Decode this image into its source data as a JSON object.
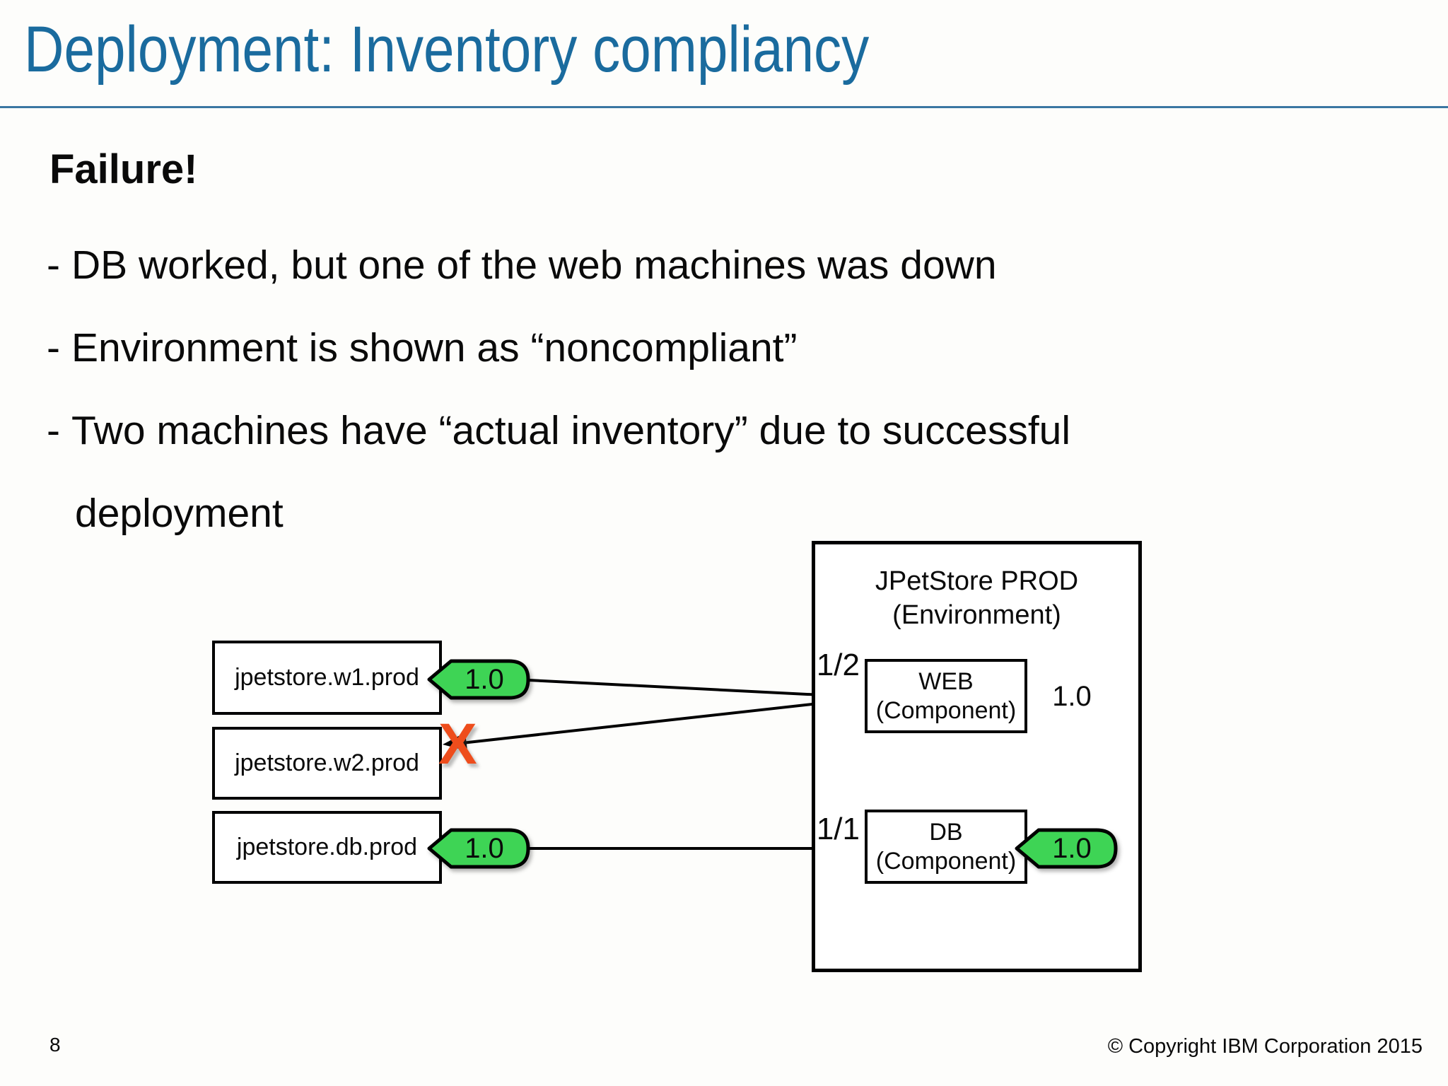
{
  "slide": {
    "title": "Deployment: Inventory compliancy",
    "heading": "Failure!",
    "bullet_marker": "-",
    "bullets": [
      "DB worked, but one of the web machines was down",
      "Environment is shown as “noncompliant”",
      "Two machines have “actual inventory” due to successful deployment"
    ],
    "page_number": "8",
    "copyright": "© Copyright IBM Corporation 2015"
  },
  "diagram": {
    "machines": [
      {
        "label": "jpetstore.w1.prod",
        "version": "1.0",
        "badge_color": "#3ed455"
      },
      {
        "label": "jpetstore.w2.prod",
        "failure_mark": "X"
      },
      {
        "label": "jpetstore.db.prod",
        "version": "1.0",
        "badge_color": "#3ed455"
      }
    ],
    "environment": {
      "name": "JPetStore PROD",
      "type_label": "(Environment)",
      "components": [
        {
          "ratio": "1/2",
          "name": "WEB",
          "type_label": "(Component)",
          "version": "1.0",
          "badge_color": "#ee3e1d"
        },
        {
          "ratio": "1/1",
          "name": "DB",
          "type_label": "(Component)",
          "version": "1.0",
          "badge_color": "#3ed455"
        }
      ]
    }
  },
  "colors": {
    "title_blue": "#1a6b9e",
    "divider_blue": "#3a76a2",
    "success_green": "#3ed455",
    "noncompliant_red": "#ee3e1d",
    "x_mark_orange": "#ee4d1c"
  }
}
